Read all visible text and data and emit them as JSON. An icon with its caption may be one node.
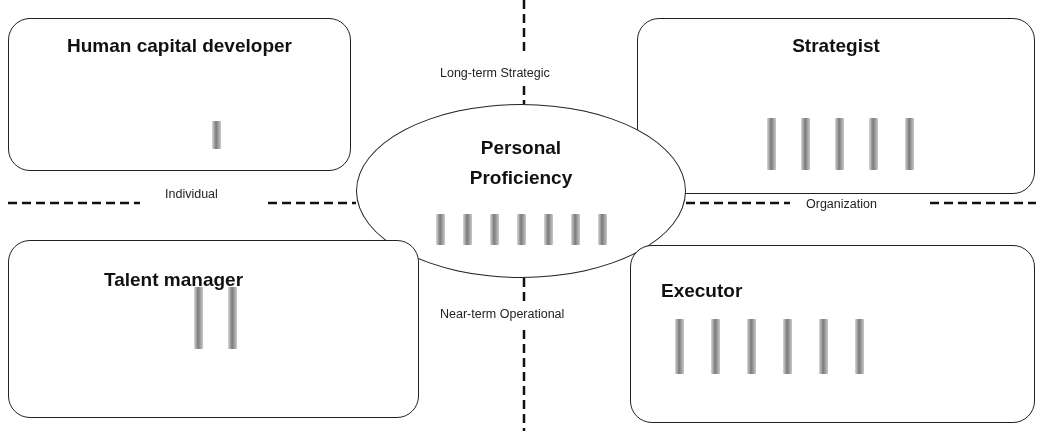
{
  "diagram": {
    "nodes": [
      {
        "text": [
          "Human capital developer"
        ]
      },
      {
        "text": [],
        "shape": "bar",
        "in": 0
      },
      {
        "text": [
          "Strategist"
        ]
      },
      {
        "text": [],
        "shape": "bar",
        "in": 2
      },
      {
        "text": [],
        "shape": "bar",
        "in": 2
      },
      {
        "text": [],
        "shape": "bar",
        "in": 2
      },
      {
        "text": [],
        "shape": "bar",
        "in": 2
      },
      {
        "text": [],
        "shape": "bar",
        "in": 2
      },
      {
        "text": [
          "Personal Proficiency"
        ]
      },
      {
        "text": [],
        "shape": "bar",
        "in": 8
      },
      {
        "text": [],
        "shape": "bar",
        "in": 8
      },
      {
        "text": [],
        "shape": "bar",
        "in": 8
      },
      {
        "text": [],
        "shape": "bar",
        "in": 8
      },
      {
        "text": [],
        "shape": "bar",
        "in": 8
      },
      {
        "text": [],
        "shape": "bar",
        "in": 8
      },
      {
        "text": [],
        "shape": "bar",
        "in": 8
      },
      {
        "text": [
          "Talent manager"
        ]
      },
      {
        "text": [],
        "shape": "bar",
        "in": 16
      },
      {
        "text": [],
        "shape": "bar",
        "in": 16
      },
      {
        "text": [
          "Executor"
        ]
      },
      {
        "text": [],
        "shape": "bar",
        "in": 19
      },
      {
        "text": [],
        "shape": "bar",
        "in": 19
      },
      {
        "text": [],
        "shape": "bar",
        "in": 19
      },
      {
        "text": [],
        "shape": "bar",
        "in": 19
      },
      {
        "text": [],
        "shape": "bar",
        "in": 19
      },
      {
        "text": [],
        "shape": "bar",
        "in": 19
      }
    ],
    "labels": [
      "Long-term Strategic",
      "Individual",
      "Organization",
      "Near-term Operational"
    ]
  }
}
